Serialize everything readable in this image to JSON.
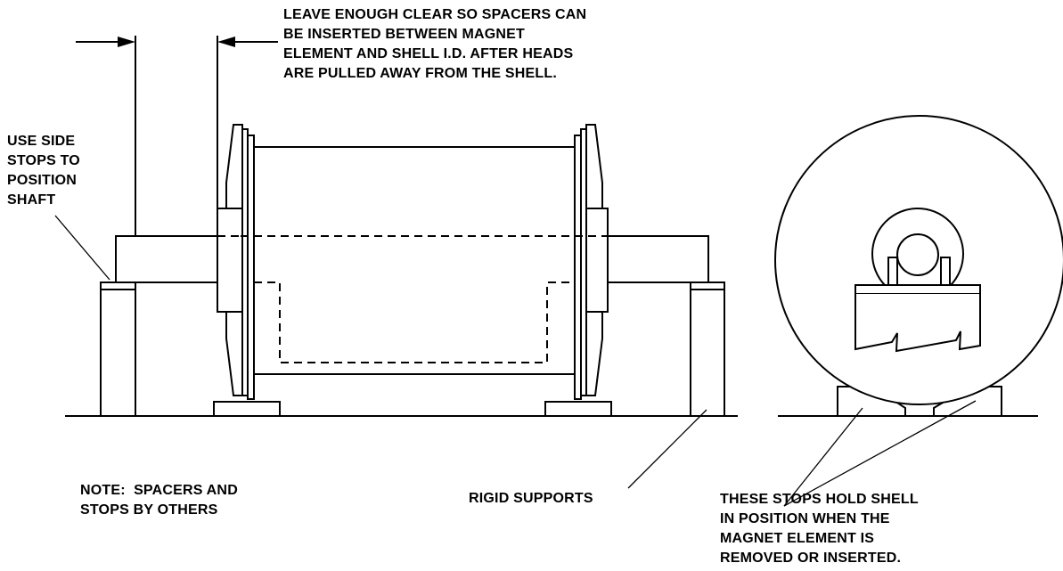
{
  "callouts": {
    "leave_clearance": "LEAVE ENOUGH CLEAR SO SPACERS CAN\nBE INSERTED BETWEEN MAGNET\nELEMENT AND SHELL I.D. AFTER HEADS\nARE PULLED AWAY FROM THE SHELL.",
    "side_stops": "USE SIDE\nSTOPS TO\nPOSITION\nSHAFT",
    "note": "NOTE:  SPACERS AND\nSTOPS BY OTHERS",
    "rigid_supports": "RIGID SUPPORTS",
    "stops_hold_shell": "THESE STOPS HOLD SHELL\nIN POSITION WHEN THE\nMAGNET ELEMENT IS\nREMOVED OR INSERTED."
  },
  "colors": {
    "ink": "#000000",
    "paper": "#ffffff"
  }
}
